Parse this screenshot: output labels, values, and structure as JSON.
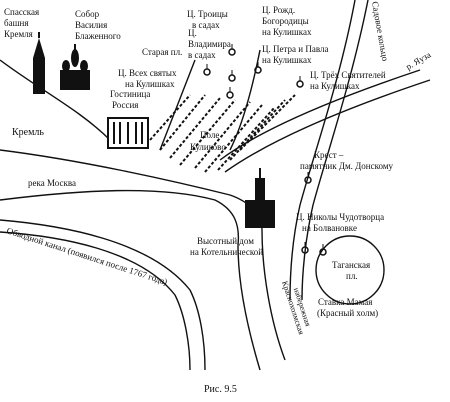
{
  "labels": {
    "spasskaya": [
      "Спасская",
      "башня",
      "Кремля"
    ],
    "sobor": [
      "Собор",
      "Василия",
      "Блаженного"
    ],
    "troitsy": [
      "Ц. Троицы",
      "в садах"
    ],
    "rozhd": [
      "Ц. Рожд.",
      "Богородицы",
      "на Кулишках"
    ],
    "sadovoe": "Садовое кольцо",
    "staraya": "Старая пл.",
    "vladimira": [
      "Ц.",
      "Владимира",
      "в садах"
    ],
    "petra": [
      "Ц. Петра и Павла",
      "на Кулишках"
    ],
    "vsekh": [
      "Ц. Всех святых",
      "на Кулишках"
    ],
    "tryokh": [
      "Ц. Трёх Святителей",
      "на Кулишках"
    ],
    "yauza": "р. Яуза",
    "gostinitsa": [
      "Гостиница",
      "Россия"
    ],
    "kreml": "Кремль",
    "pole": [
      "Поле",
      "Куликово"
    ],
    "krest": [
      "Крест –",
      "памятник Дм. Донскому"
    ],
    "reka": "река Москва",
    "nikoly": [
      "Ц. Николы Чудотворца",
      "на Болвановке"
    ],
    "vysotny": [
      "Высотный дом",
      "на Котельнической"
    ],
    "taganskaya": [
      "Таганская",
      "пл."
    ],
    "obvodnoy": "Обводной канал (появился после 1767 года)",
    "kosmo": [
      "Краснохолмская",
      "набережная"
    ],
    "stavka": [
      "Ставка Мамая",
      "(Красный холм)"
    ]
  },
  "caption": "Рис. 9.5"
}
